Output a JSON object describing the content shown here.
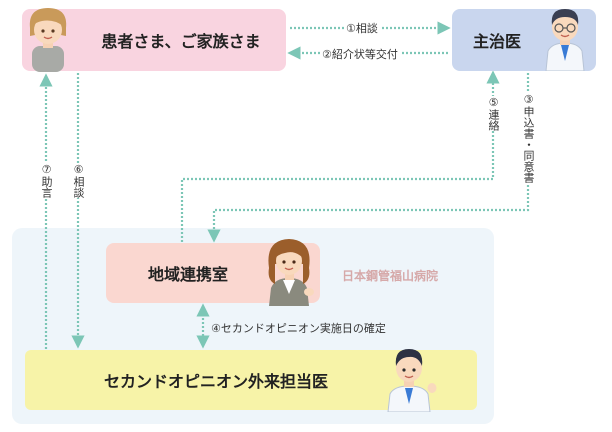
{
  "nodes": {
    "patient": "患者さま、ご家族さま",
    "doctor": "主治医",
    "liaison": "地域連携室",
    "clinic": "セカンドオピニオン外来担当医",
    "hospital": "日本鋼管福山病院"
  },
  "edges": {
    "e1": "①相談",
    "e2": "②紹介状等交付",
    "e3": "③申込書・同意書",
    "e4": "④セカンドオピニオン実施日の確定",
    "e5": "⑤連絡",
    "e6": "⑥相談",
    "e7": "⑦助言"
  },
  "colors": {
    "patient_box": "#f9d4e0",
    "doctor_box": "#c9d6ee",
    "liaison_box": "#fad7d0",
    "clinic_box": "#f7f3a8",
    "hospital_area": "#eef5fa",
    "connector": "#7cc6b6",
    "hospital_label": "#d6a9a9"
  },
  "icons": [
    "patient-person-icon",
    "doctor-person-icon",
    "staff-woman-icon",
    "specialist-doctor-icon"
  ]
}
